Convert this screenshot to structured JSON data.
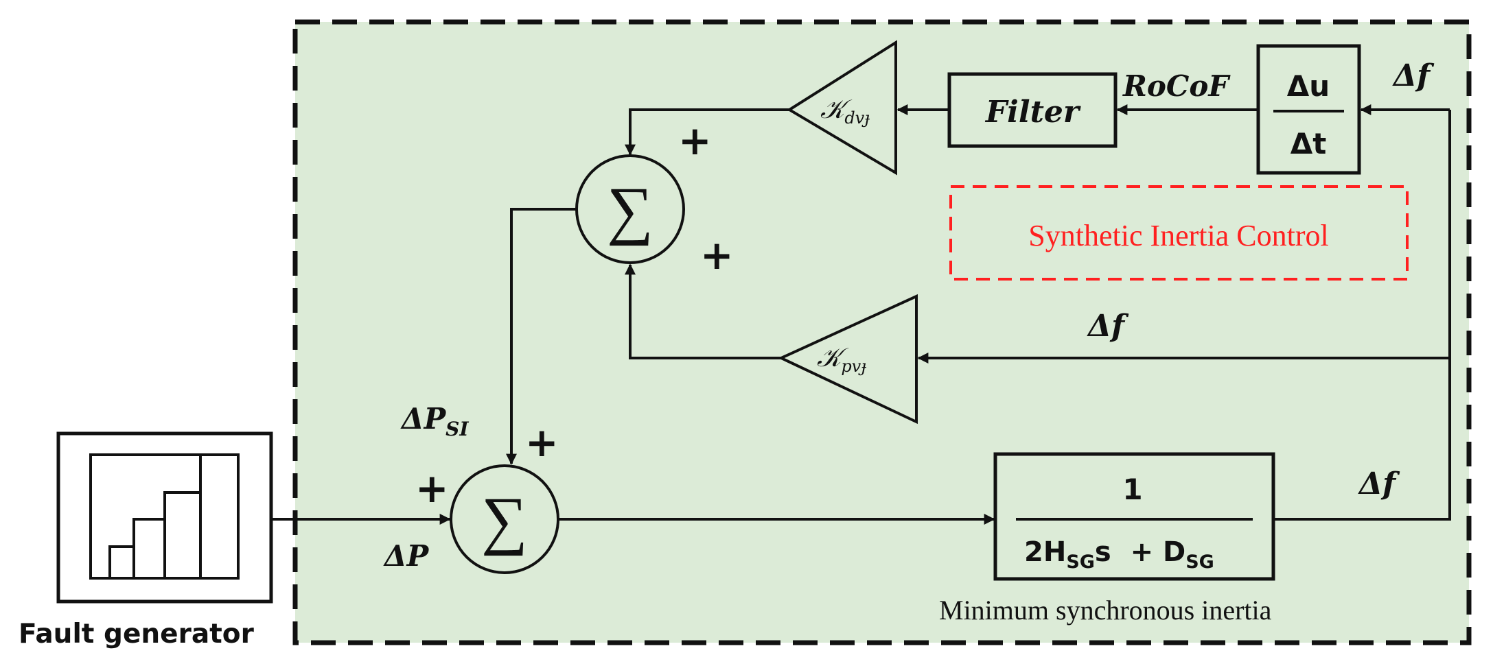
{
  "fault_generator": {
    "label": "Fault generator"
  },
  "control_region": {
    "label": "Minimum synchronous inertia",
    "fill_color": "#dcebd7"
  },
  "synthetic_inertia": {
    "label": "Synthetic Inertia Control",
    "color": "#ff2020"
  },
  "derivative_block": {
    "numerator": "Δu",
    "denominator": "Δt"
  },
  "filter_block": {
    "label": "Filter"
  },
  "rocof_label": "RoCoF",
  "gain_d": {
    "symbol": "𝒦",
    "subscript": "dvɟ"
  },
  "gain_p": {
    "symbol": "𝒦",
    "subscript": "pvɟ"
  },
  "sum_symbol": "∑",
  "signs": {
    "plus": "+"
  },
  "delta_f": "Δf",
  "delta_p": "ΔP",
  "delta_p_si": {
    "base": "ΔP",
    "subscript": "SI"
  },
  "transfer_block": {
    "numerator": "1",
    "den_a": "2H",
    "den_a_sub": "SG",
    "den_b": "s  + D",
    "den_b_sub": "SG"
  }
}
